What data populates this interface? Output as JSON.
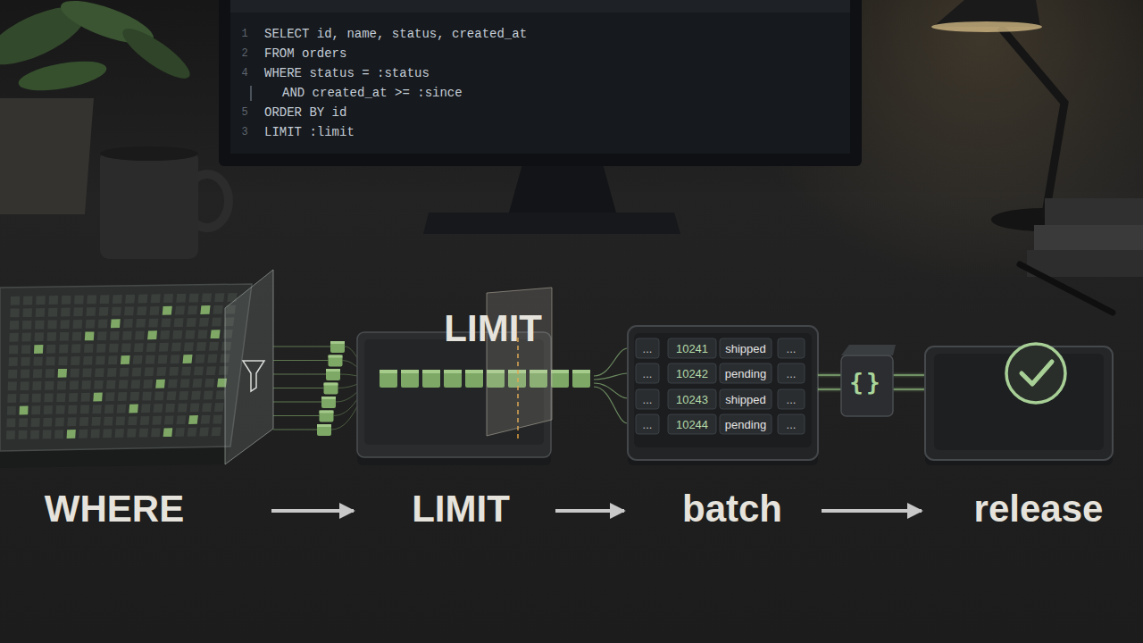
{
  "diagram": {
    "nodes": [
      {
        "text": [
          "SELECT id, name, status, created_at",
          "FROM orders",
          "WHERE status = :status",
          "AND created_at >= :since",
          "ORDER BY id",
          "LIMIT :limit"
        ]
      },
      {
        "text": [
          "WHERE"
        ]
      },
      {
        "text": [
          "LIMIT"
        ]
      },
      {
        "text": [
          "LIMIT"
        ],
        "in": 2
      },
      {
        "text": [
          "batch"
        ]
      },
      {
        "text": [
          "{}"
        ]
      },
      {
        "text": [
          "release"
        ]
      }
    ],
    "edges": [
      {
        "from": 1,
        "to": 2,
        "arrow": "to"
      },
      {
        "from": 2,
        "to": 4,
        "arrow": "to"
      },
      {
        "from": 4,
        "to": 6,
        "arrow": "to"
      },
      {
        "from": 4,
        "to": 5,
        "arrow": "none"
      },
      {
        "from": 5,
        "to": 6,
        "arrow": "none"
      }
    ],
    "labels": [
      "1",
      "2",
      "4",
      "5",
      "3",
      "...",
      "10241",
      "shipped",
      "...",
      "...",
      "10242",
      "pending",
      "...",
      "...",
      "10243",
      "shipped",
      "...",
      "...",
      "10244",
      "pending",
      "..."
    ]
  }
}
